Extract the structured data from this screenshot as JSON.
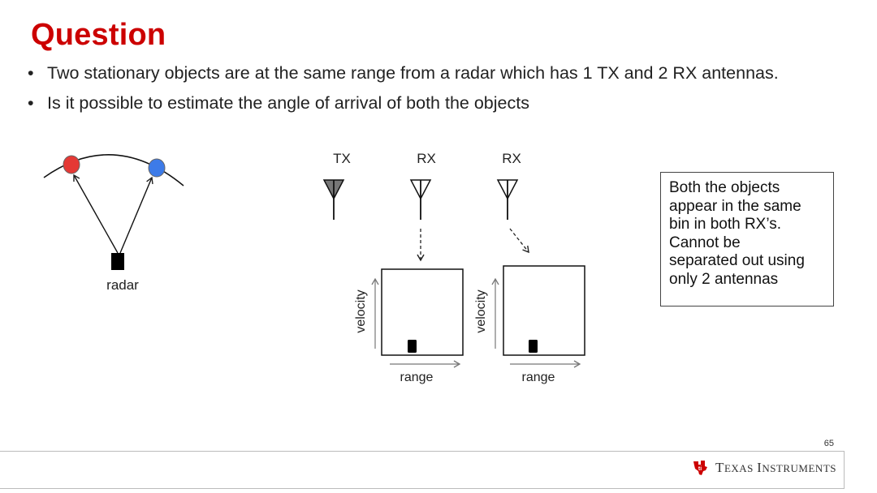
{
  "slide": {
    "title": "Question",
    "bullets": [
      "Two stationary objects are at the same range from a radar which has 1 TX and 2 RX antennas.",
      "Is it possible to estimate the angle of arrival of both the objects"
    ],
    "page_number": "65"
  },
  "left_diagram": {
    "radar_label": "radar",
    "object_colors": {
      "object_1": "#e53935",
      "object_2": "#3d7be8"
    }
  },
  "antennas": [
    {
      "label": "TX",
      "type": "transmit"
    },
    {
      "label": "RX",
      "type": "receive"
    },
    {
      "label": "RX",
      "type": "receive"
    }
  ],
  "plots": [
    {
      "ylabel": "velocity",
      "xlabel": "range"
    },
    {
      "ylabel": "velocity",
      "xlabel": "range"
    }
  ],
  "callout": {
    "lines": [
      "Both the objects",
      "appear in the same",
      "bin in both RX’s.",
      "Cannot be",
      "separated out using",
      "only 2 antennas"
    ]
  },
  "footer": {
    "logo_text_1": "Texas",
    "logo_text_2": "Instruments",
    "logo_icon": "ti-state-logo-icon",
    "brand_color": "#cc0000"
  }
}
